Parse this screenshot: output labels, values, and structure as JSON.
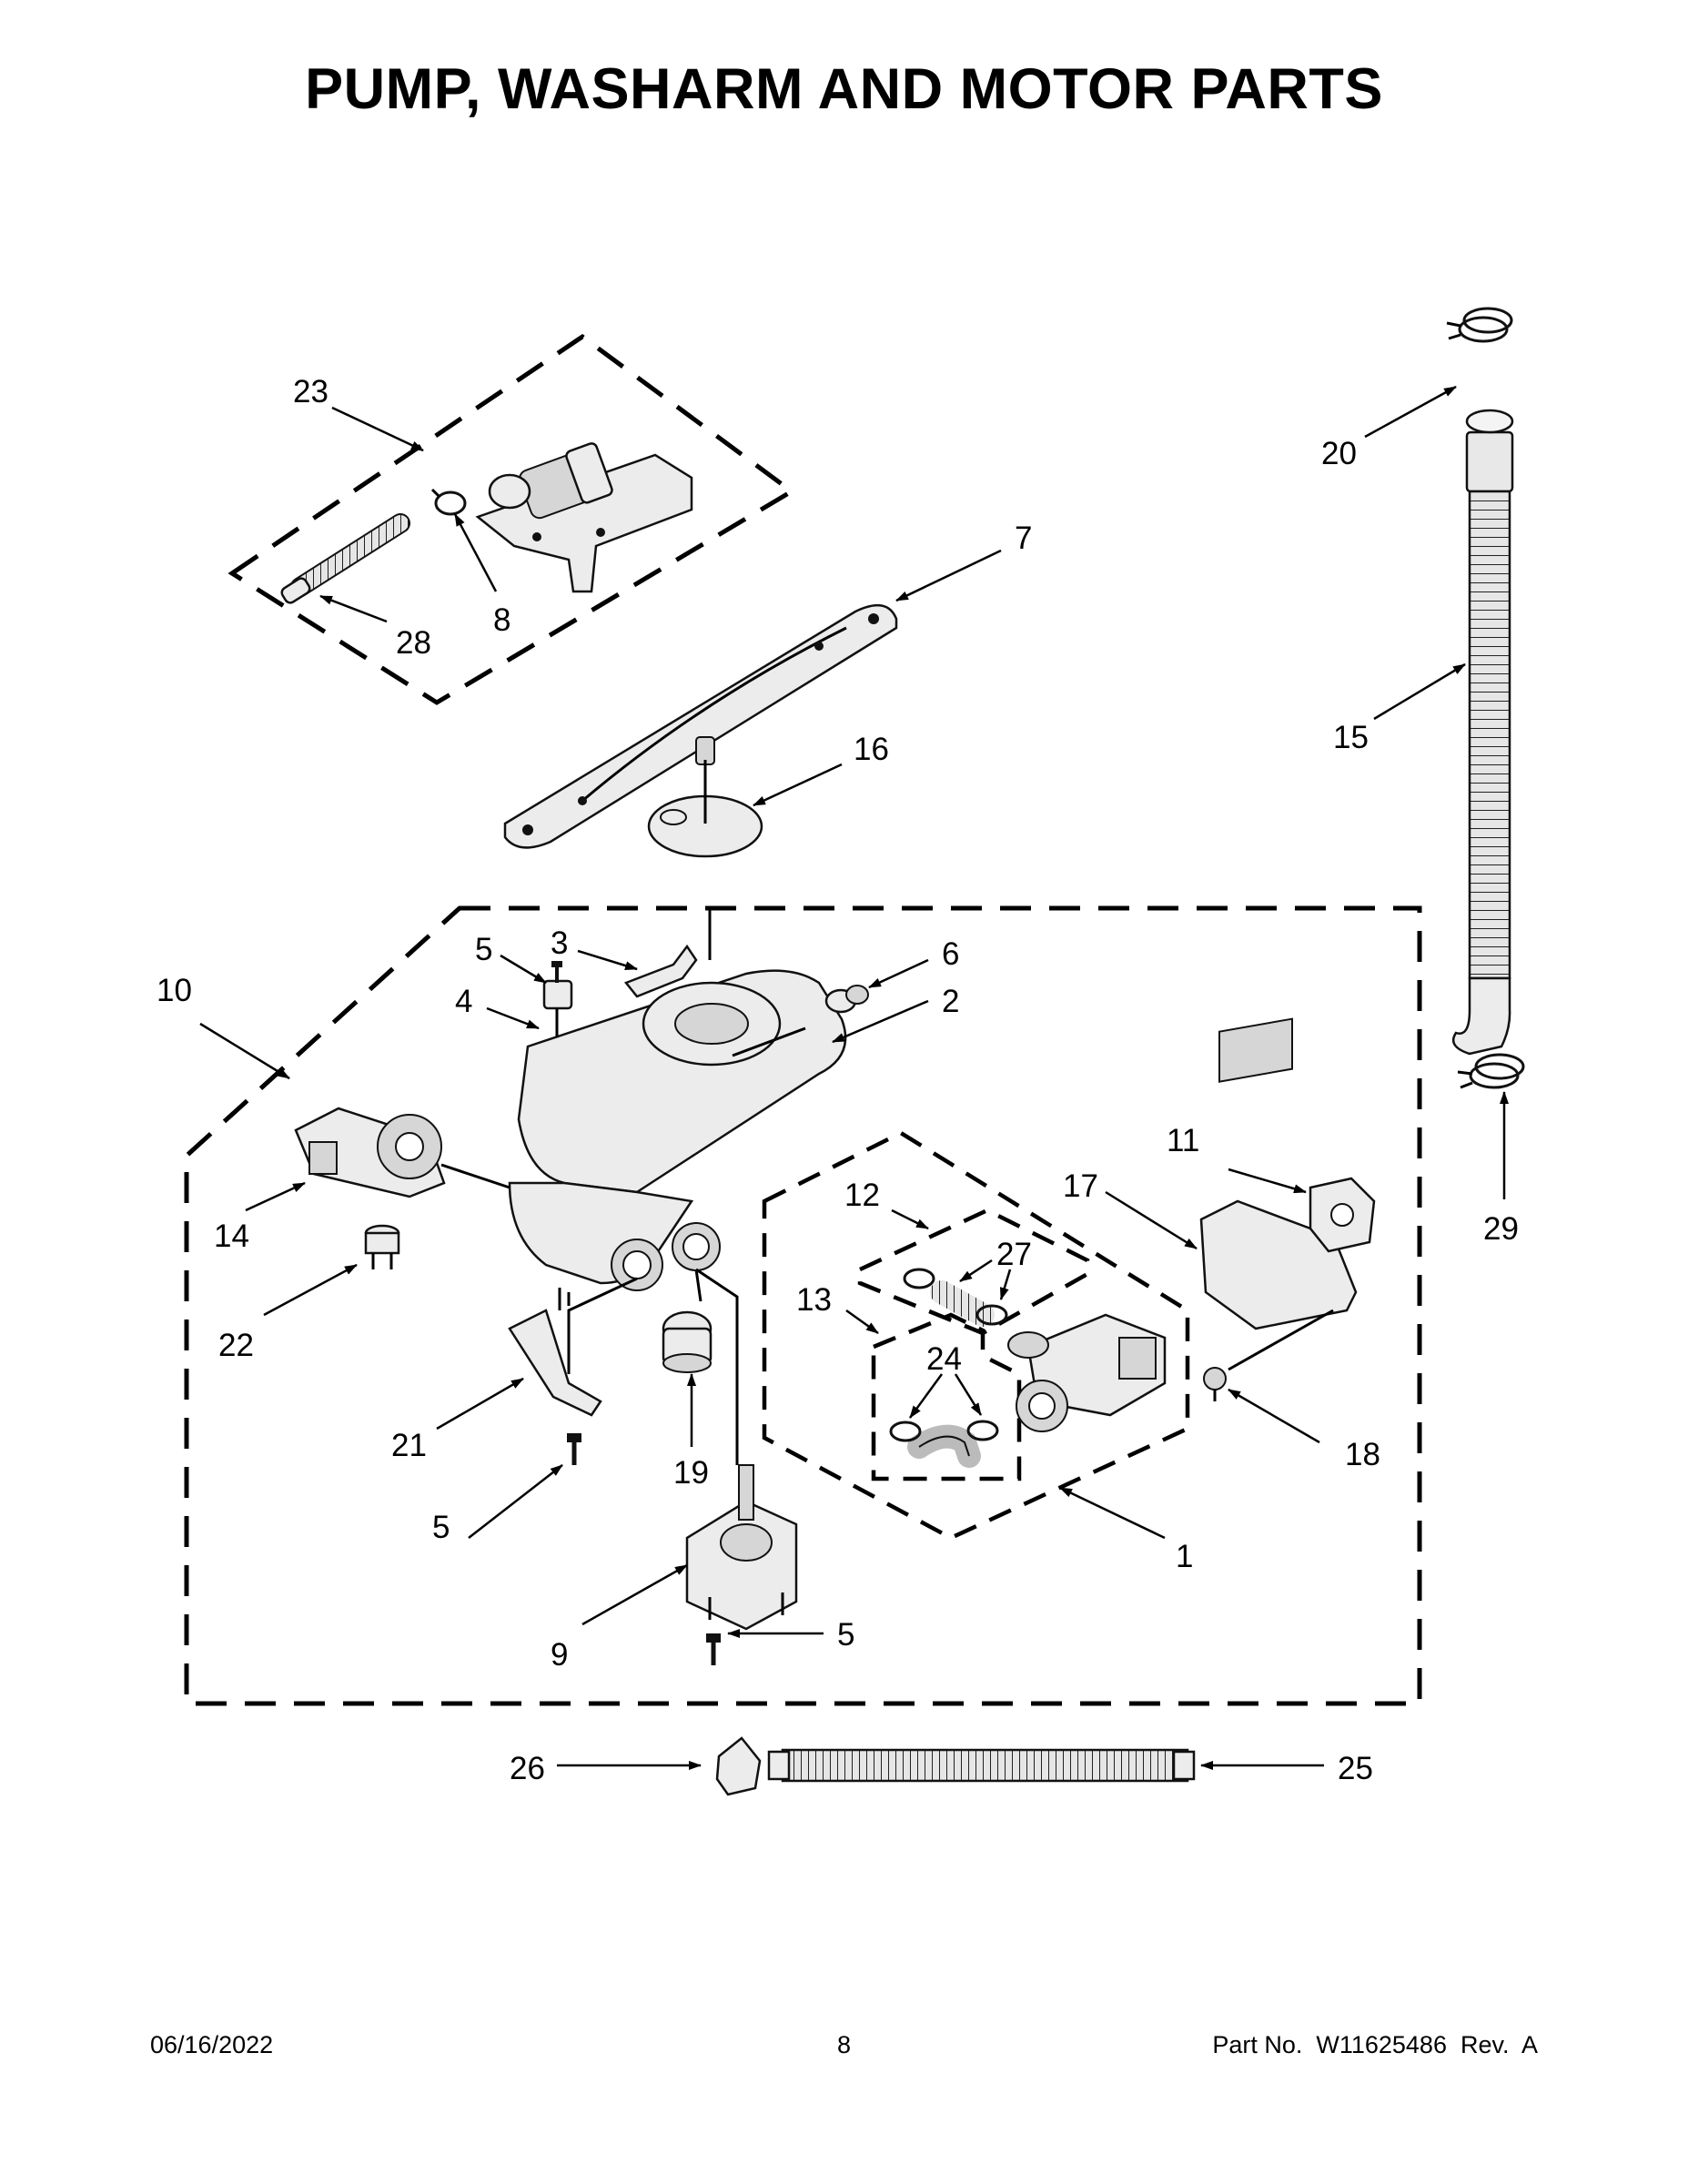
{
  "title": "PUMP, WASHARM AND MOTOR PARTS",
  "footer": {
    "date": "06/16/2022",
    "page": "8",
    "part_no": "Part No.  W11625486  Rev.  A"
  },
  "callouts": {
    "c1": "1",
    "c2": "2",
    "c3": "3",
    "c4": "4",
    "c5a": "5",
    "c5b": "5",
    "c5c": "5",
    "c6": "6",
    "c7": "7",
    "c8": "8",
    "c9": "9",
    "c10": "10",
    "c11": "11",
    "c12": "12",
    "c13": "13",
    "c14": "14",
    "c15": "15",
    "c16": "16",
    "c17": "17",
    "c18": "18",
    "c19": "19",
    "c20": "20",
    "c21": "21",
    "c22": "22",
    "c23": "23",
    "c24": "24",
    "c25": "25",
    "c26": "26",
    "c27": "27",
    "c28": "28",
    "c29": "29"
  }
}
